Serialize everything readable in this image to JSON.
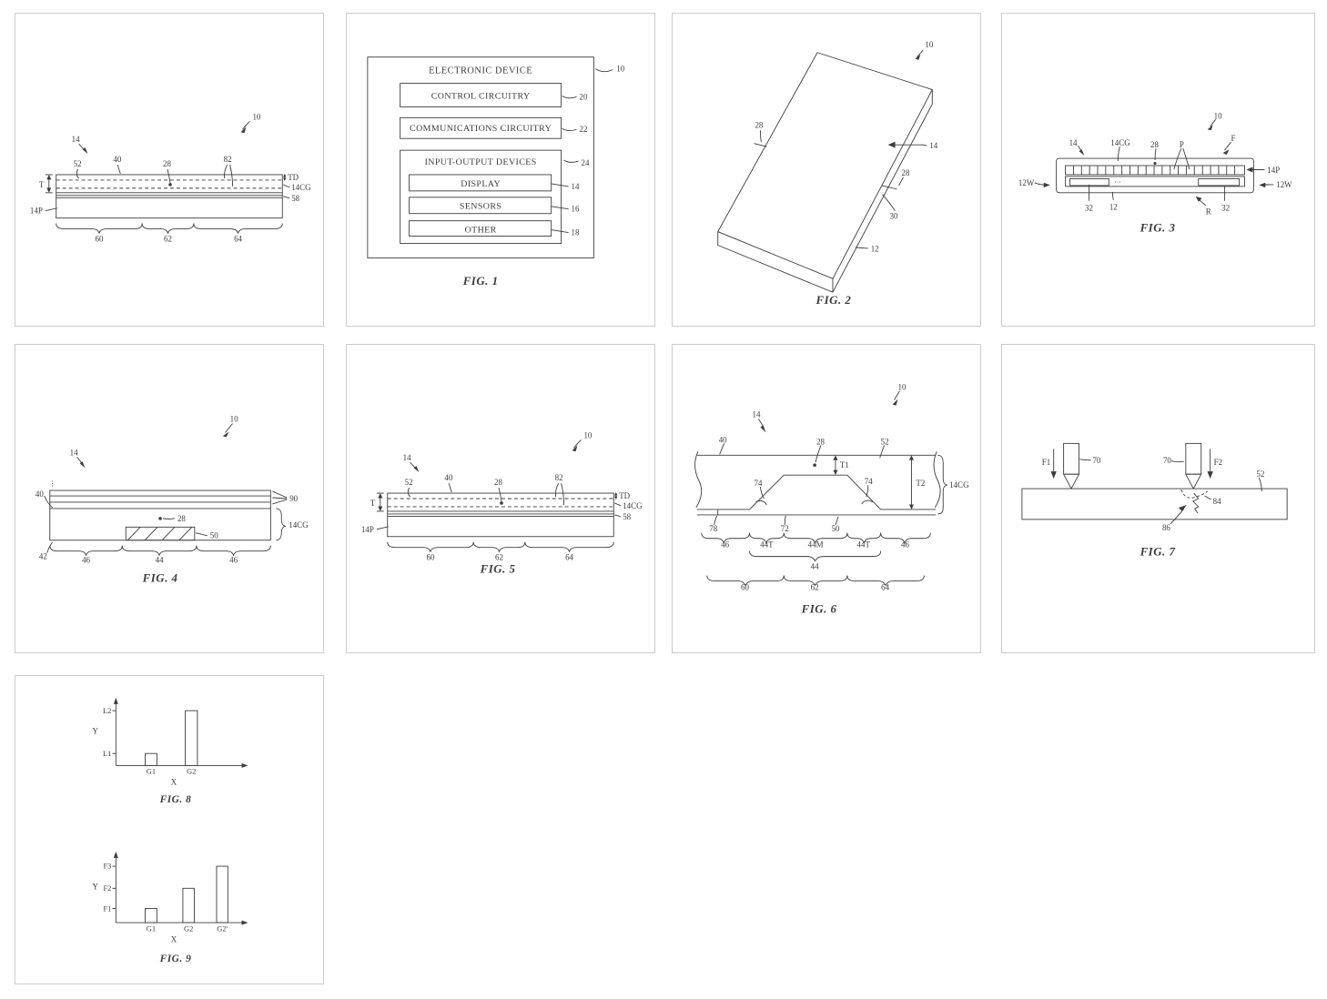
{
  "page": {
    "background": "#ffffff",
    "line_color": "#3c3c3c",
    "panel_border_color": "#cccccc"
  },
  "figA": {
    "r10": "10",
    "r14": "14",
    "r52": "52",
    "r40": "40",
    "r28": "28",
    "r82": "82",
    "rT": "T",
    "r14P": "14P",
    "rTD": "TD",
    "r14CG": "14CG",
    "r58": "58",
    "b60": "60",
    "b62": "62",
    "b64": "64"
  },
  "fig1": {
    "caption": "FIG. 1",
    "r10": "10",
    "title": "ELECTRONIC DEVICE",
    "control_label": "CONTROL CIRCUITRY",
    "control_ref": "20",
    "comms_label": "COMMUNICATIONS CIRCUITRY",
    "comms_ref": "22",
    "io_label": "INPUT-OUTPUT DEVICES",
    "io_ref": "24",
    "display_label": "DISPLAY",
    "display_ref": "14",
    "sensors_label": "SENSORS",
    "sensors_ref": "16",
    "other_label": "OTHER",
    "other_ref": "18"
  },
  "fig2": {
    "caption": "FIG. 2",
    "r10": "10",
    "r28a": "28",
    "r14": "14",
    "r28b": "28",
    "r30": "30",
    "r12": "12"
  },
  "fig3": {
    "caption": "FIG. 3",
    "r10": "10",
    "r14": "14",
    "r14CG": "14CG",
    "r28": "28",
    "rP": "P",
    "rF": "F",
    "r14P": "14P",
    "r12W_left": "12W",
    "r12W_right": "12W",
    "r32_left": "32",
    "r32_right": "32",
    "r12": "12",
    "rR": "R",
    "ellipsis": "···"
  },
  "fig4": {
    "caption": "FIG. 4",
    "r10": "10",
    "r14": "14",
    "r40": "40",
    "r90": "90",
    "r28": "28",
    "r50": "50",
    "r42": "42",
    "r14CG": "14CG",
    "b46l": "46",
    "b44": "44",
    "b46r": "46",
    "vdots": "⋮"
  },
  "fig5": {
    "caption": "FIG. 5",
    "r10": "10",
    "r14": "14",
    "r52": "52",
    "r40": "40",
    "r28": "28",
    "r82": "82",
    "rT": "T",
    "r14P": "14P",
    "rTD": "TD",
    "r14CG": "14CG",
    "r58": "58",
    "b60": "60",
    "b62": "62",
    "b64": "64"
  },
  "fig6": {
    "caption": "FIG. 6",
    "r10": "10",
    "r14": "14",
    "r40": "40",
    "r28": "28",
    "r52": "52",
    "rT1": "T1",
    "rT2": "T2",
    "r14CG": "14CG",
    "r74l": "74",
    "r74r": "74",
    "r78": "78",
    "r72": "72",
    "r50": "50",
    "b46l": "46",
    "b44Tl": "44T",
    "b44M": "44M",
    "b44Tr": "44T",
    "b46r": "46",
    "b44": "44",
    "b60": "60",
    "b62": "62",
    "b64": "64"
  },
  "fig7": {
    "caption": "FIG. 7",
    "rF1": "F1",
    "rF2": "F2",
    "r70l": "70",
    "r70r": "70",
    "r52": "52",
    "r84": "84",
    "r86": "86"
  },
  "fig8": {
    "caption": "FIG. 8",
    "y_axis": "Y",
    "x_axis": "X",
    "t_L1": "L1",
    "t_L2": "L2",
    "c_G1": "G1",
    "c_G2": "G2"
  },
  "fig9": {
    "caption": "FIG. 9",
    "y_axis": "Y",
    "x_axis": "X",
    "t_F1": "F1",
    "t_F2": "F2",
    "t_F3": "F3",
    "c_G1": "G1",
    "c_G2": "G2",
    "c_G2p": "G2'"
  },
  "chart_data": [
    {
      "type": "bar",
      "figure": "FIG. 8",
      "title": "",
      "xlabel": "X",
      "ylabel": "Y",
      "categories": [
        "G1",
        "G2"
      ],
      "values": [
        1,
        2
      ],
      "yticks": [
        "L1",
        "L2"
      ],
      "value_labels": [
        "L1",
        "L2"
      ],
      "grid": false,
      "legend": "none"
    },
    {
      "type": "bar",
      "figure": "FIG. 9",
      "title": "",
      "xlabel": "X",
      "ylabel": "Y",
      "categories": [
        "G1",
        "G2",
        "G2'"
      ],
      "values": [
        1,
        2,
        3
      ],
      "yticks": [
        "F1",
        "F2",
        "F3"
      ],
      "value_labels": [
        "F1",
        "F2",
        "F3"
      ],
      "grid": false,
      "legend": "none"
    }
  ]
}
